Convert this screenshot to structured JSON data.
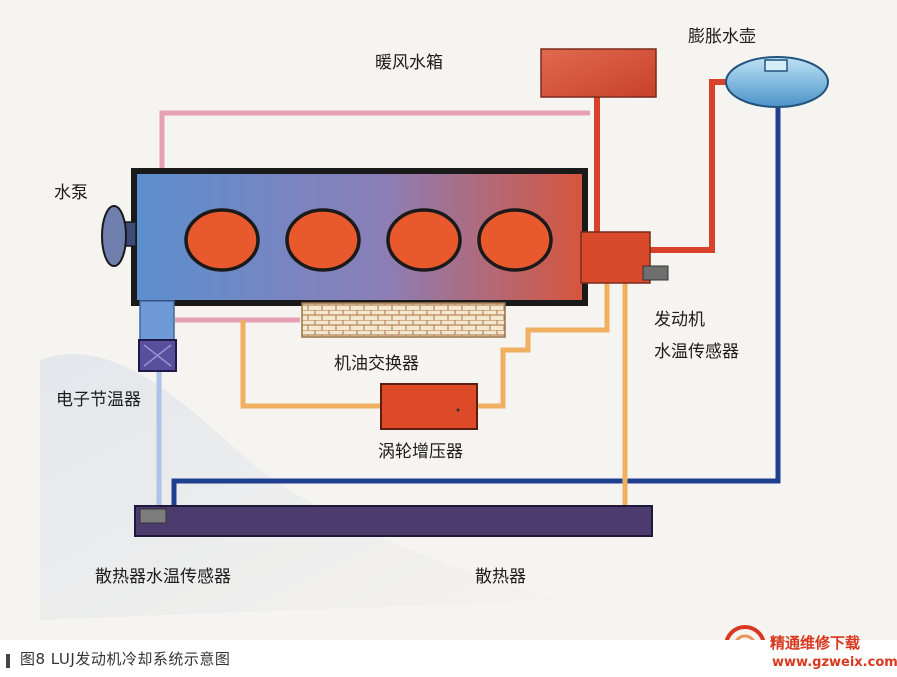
{
  "labels": {
    "heater_core": "暖风水箱",
    "expansion_tank": "膨胀水壶",
    "water_pump": "水泵",
    "engine_temp_sensor_line1": "发动机",
    "engine_temp_sensor_line2": "水温传感器",
    "oil_cooler": "机油交换器",
    "thermostat": "电子节温器",
    "turbocharger": "涡轮增压器",
    "radiator_temp_sensor": "散热器水温传感器",
    "radiator": "散热器"
  },
  "caption": "图8  LUJ发动机冷却系统示意图",
  "watermark": {
    "name": "精通维修下载",
    "url": "www.gzweix.com"
  },
  "colors": {
    "hot_coolant": "#d8412a",
    "cold_coolant": "#1f3f8f",
    "heater_line": "#e5a0b4",
    "turbo_line": "#f0b060",
    "thermostat_line": "#a9c4e6",
    "engine_block_cold": "#5b8fcf",
    "engine_block_hot": "#d7553d",
    "cylinder": "#e8592d",
    "radiator_body": "#4c3c6e"
  }
}
